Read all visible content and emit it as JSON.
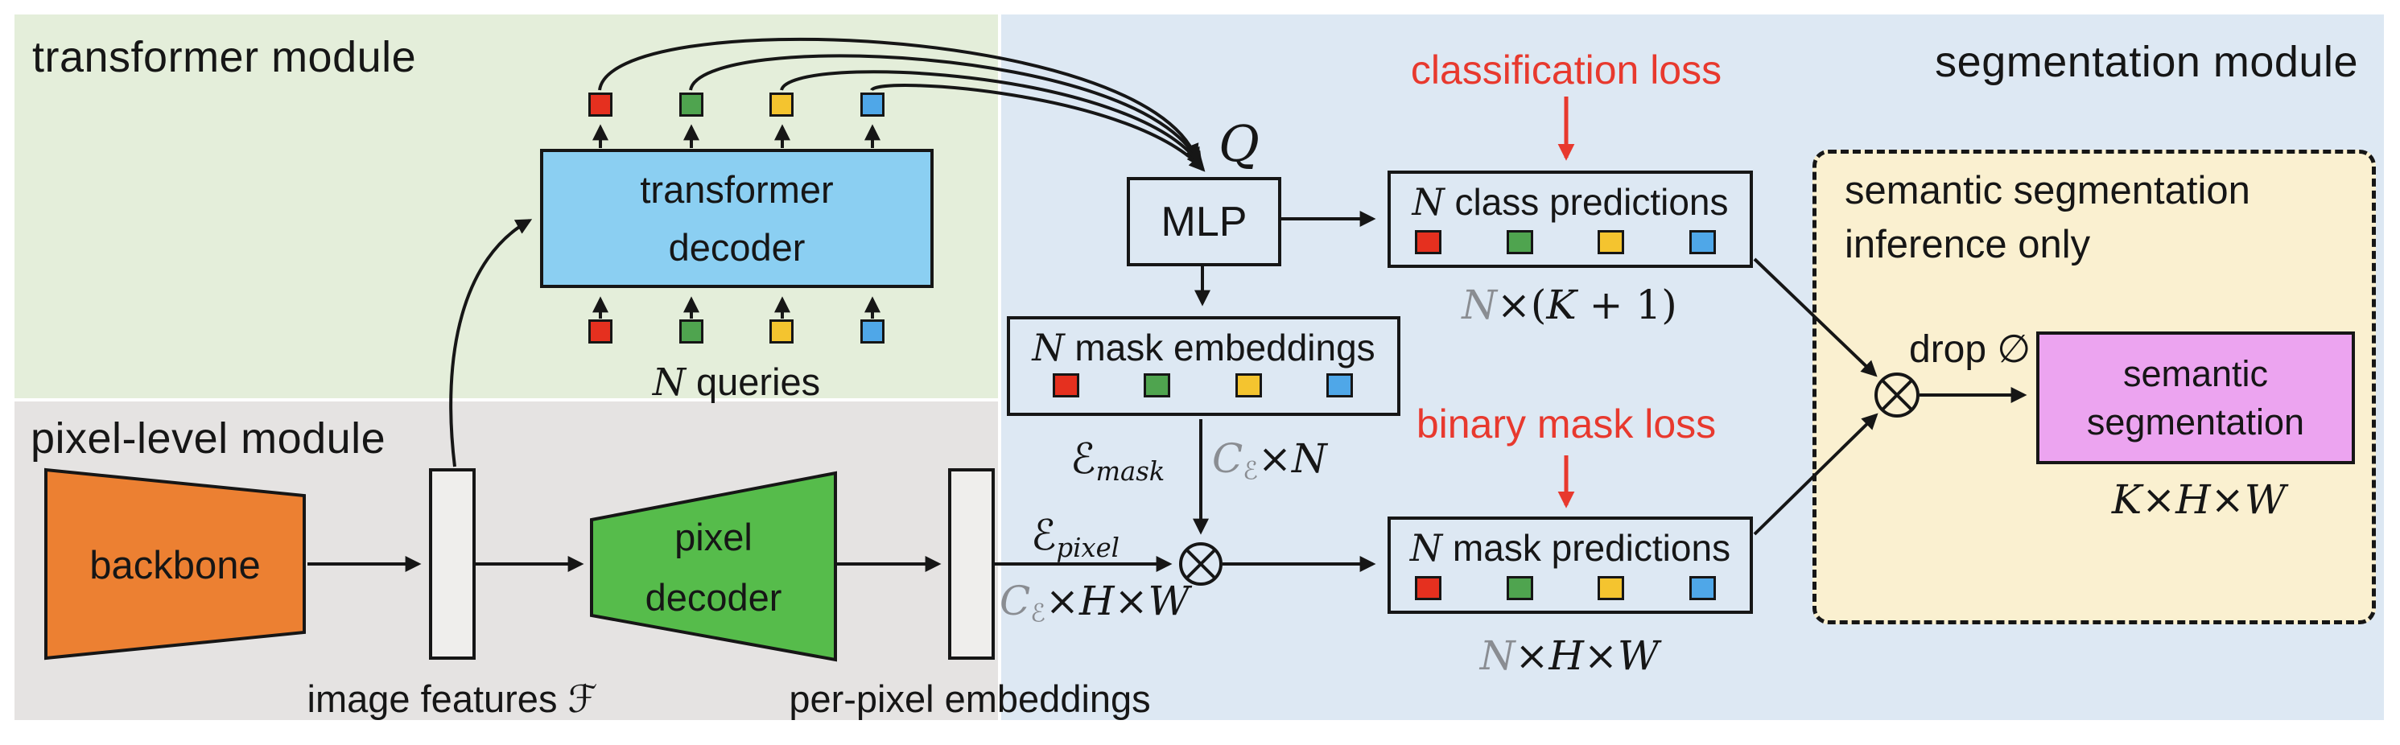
{
  "colors": {
    "ink": "#161616",
    "loss-red": "#e8392e",
    "math-gray": "#8a8d92",
    "bg-transformer": "#e4eeda",
    "bg-pixel": "#e5e3e2",
    "bg-segmentation": "#dde8f3",
    "bg-inference": "#faf0d0",
    "decoder-blue": "#8bcff2",
    "backbone-orange": "#ec8032",
    "pixel-green": "#56bc4b",
    "semantic-pink": "#eca4f0",
    "bar-gray": "#efeeec",
    "token-red": "#e5301f",
    "token-green": "#4fa44f",
    "token-yellow": "#f4c42f",
    "token-blue": "#4fa7e8"
  },
  "tokens": {
    "series": [
      "token-red",
      "token-green",
      "token-yellow",
      "token-blue"
    ],
    "count_per_row": 4
  },
  "modules": {
    "transformer": {
      "title": "transformer module"
    },
    "pixel_level": {
      "title": "pixel-level module"
    },
    "segmentation": {
      "title": "segmentation module"
    }
  },
  "blocks": {
    "transformer_decoder": {
      "line1": "transformer",
      "line2": "decoder"
    },
    "backbone": {
      "label": "backbone"
    },
    "pixel_decoder": {
      "line1": "pixel",
      "line2": "decoder"
    },
    "mlp": {
      "label": "MLP"
    },
    "class_predictions": {
      "n": "N",
      "rest": " class predictions"
    },
    "mask_embeddings": {
      "n": "N",
      "rest": " mask embeddings"
    },
    "mask_predictions": {
      "n": "N",
      "rest": " mask predictions"
    },
    "semantic_segmentation": {
      "line1": "semantic",
      "line2": "segmentation"
    }
  },
  "labels": {
    "n_queries": {
      "n": "N",
      "rest": " queries"
    },
    "image_features": {
      "text": "image features ",
      "symbol": "ℱ"
    },
    "per_pixel_embeddings": "per-pixel embeddings",
    "classification_loss": "classification loss",
    "binary_mask_loss": "binary mask loss",
    "inference_note": {
      "line1": "semantic segmentation",
      "line2": "inference only"
    },
    "drop_null": {
      "text": "drop ",
      "symbol": "∅"
    },
    "queries_symbol": "Q"
  },
  "dims": {
    "e_mask": {
      "symbol": "ℰ",
      "sub": "mask"
    },
    "e_pixel": {
      "symbol": "ℰ",
      "sub": "pixel"
    },
    "c_e_n": {
      "c": "C",
      "c_sub": "ℰ",
      "times": "×",
      "n": "N"
    },
    "c_e_h_w": {
      "c": "C",
      "c_sub": "ℰ",
      "t1": "×",
      "h": "H",
      "t2": "×",
      "w": "W"
    },
    "n_k1": {
      "n": "N",
      "open": "×(",
      "k": "K",
      "close": " + 1)"
    },
    "n_h_w": {
      "n": "N",
      "t1": "×",
      "h": "H",
      "t2": "×",
      "w": "W"
    },
    "k_h_w": {
      "k": "K",
      "t1": "×",
      "h": "H",
      "t2": "×",
      "w": "W"
    }
  }
}
